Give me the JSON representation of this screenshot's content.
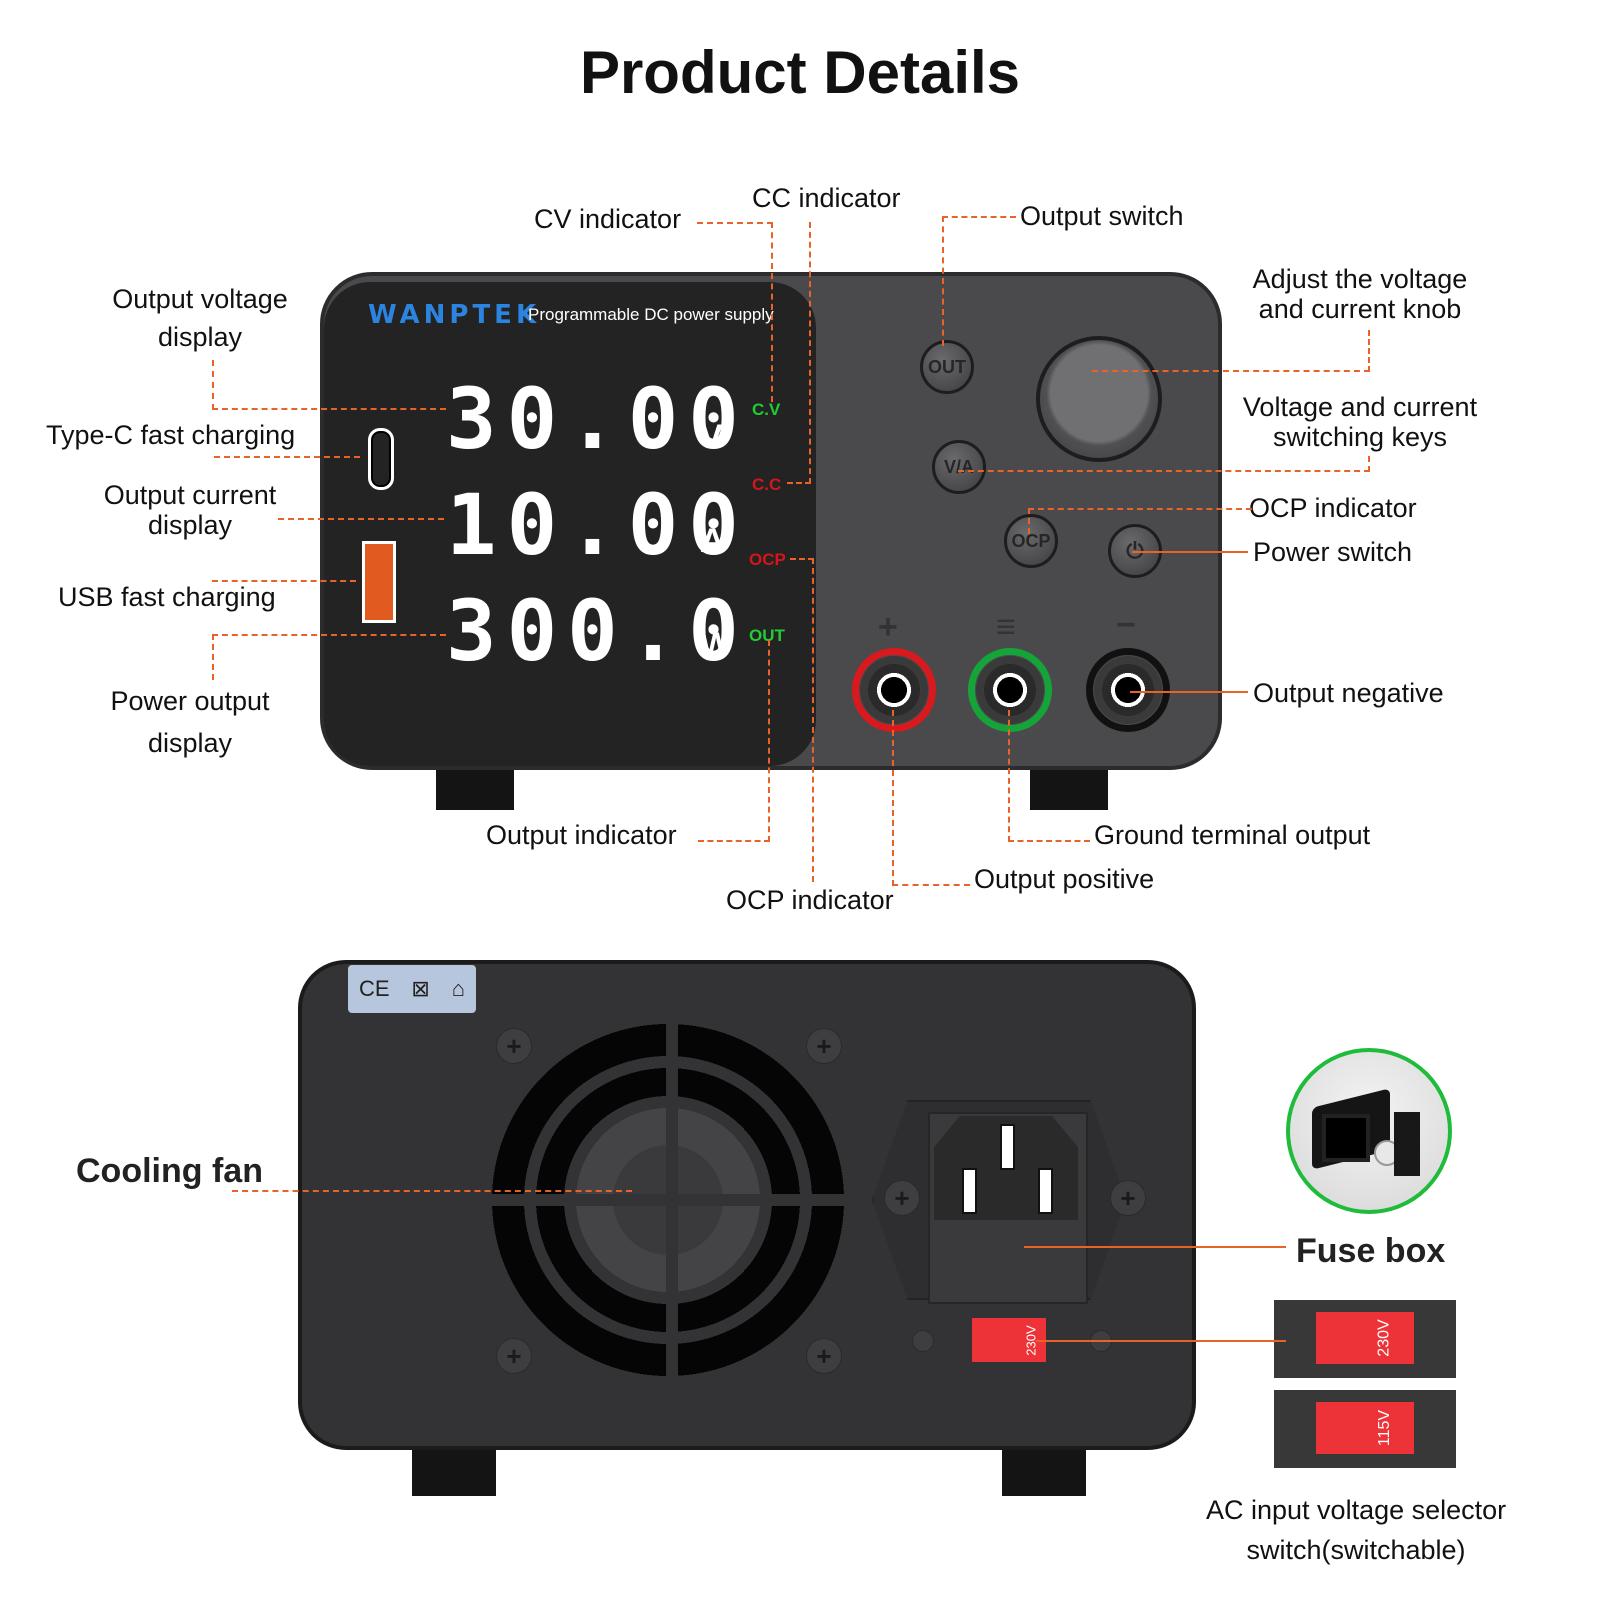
{
  "title": "Product Details",
  "front_unit": {
    "brand": "WANPTEK",
    "subtitle": "Programmable DC power supply",
    "voltage_display": "30.00",
    "voltage_unit": "V",
    "current_display": "10.00",
    "current_unit": "A",
    "power_display": "300.0",
    "power_unit": "W",
    "indicators": {
      "cv": "C.V",
      "cc": "C.C",
      "ocp": "OCP",
      "out": "OUT"
    },
    "indicator_colors": {
      "cv": "#22cc33",
      "cc": "#d4161c",
      "ocp": "#d4161c",
      "out": "#22cc33"
    },
    "buttons": {
      "out": "OUT",
      "va": "V/A",
      "ocp": "OCP",
      "power": "power-icon"
    },
    "terminal_symbols": {
      "positive": "+",
      "ground": "≡",
      "negative": "−"
    },
    "terminal_colors": {
      "positive": "#d9191e",
      "ground": "#14a43a",
      "negative": "#111111"
    }
  },
  "callouts_front": {
    "cv_indicator": "CV indicator",
    "cc_indicator": "CC indicator",
    "output_switch": "Output switch",
    "output_voltage_display": [
      "Output voltage",
      "display"
    ],
    "adjust_knob": [
      "Adjust the voltage",
      "and current knob"
    ],
    "type_c": "Type-C fast charging",
    "va_keys": [
      "Voltage and current",
      "switching keys"
    ],
    "output_current_display": [
      "Output current",
      "display"
    ],
    "ocp_indicator_right": "OCP indicator",
    "power_switch": "Power switch",
    "usb": "USB fast charging",
    "power_output_display": [
      "Power output",
      "display"
    ],
    "output_negative": "Output negative",
    "output_indicator": "Output indicator",
    "ground_terminal": "Ground terminal output",
    "output_positive": "Output positive",
    "ocp_indicator_bottom": "OCP indicator"
  },
  "rear_unit": {
    "cert_marks": [
      "CE",
      "WEEE",
      "indoor-use"
    ],
    "voltage_switch_value": "230V"
  },
  "callouts_rear": {
    "cooling_fan": "Cooling fan",
    "fuse_box": "Fuse box",
    "switch_options": [
      "230V",
      "115V"
    ],
    "ac_selector": [
      "AC input voltage selector",
      "switch(switchable)"
    ]
  },
  "colors": {
    "leader": "#e8632a",
    "fuse_ring": "#1ebc3a",
    "brand_blue": "#2a84e0",
    "switch_red": "#ee3338"
  }
}
